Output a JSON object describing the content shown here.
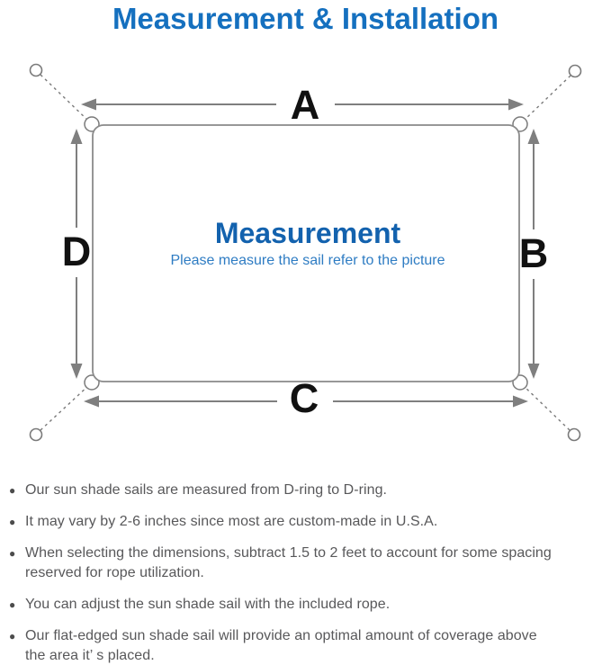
{
  "title": "Measurement & Installation",
  "colors": {
    "title_blue": "#1570bf",
    "center_blue": "#1362ae",
    "subtitle_blue": "#2e7cc3",
    "line_gray": "#7a7a7a"
  },
  "diagram": {
    "labels": {
      "top": "A",
      "right": "B",
      "bottom": "C",
      "left": "D"
    },
    "center_title": "Measurement",
    "center_subtitle": "Please measure the sail refer to the picture"
  },
  "notes": {
    "glyph": "●",
    "items": [
      "Our sun shade sails are measured from D-ring to D-ring.",
      "It may vary by 2-6 inches since most are custom-made in U.S.A.",
      "When selecting the dimensions, subtract 1.5 to 2 feet to account for some spacing\nreserved for rope utilization.",
      "You can adjust the sun shade sail with the included rope.",
      "Our flat-edged sun shade sail will provide an optimal amount of coverage above\nthe area it’ s placed."
    ]
  }
}
